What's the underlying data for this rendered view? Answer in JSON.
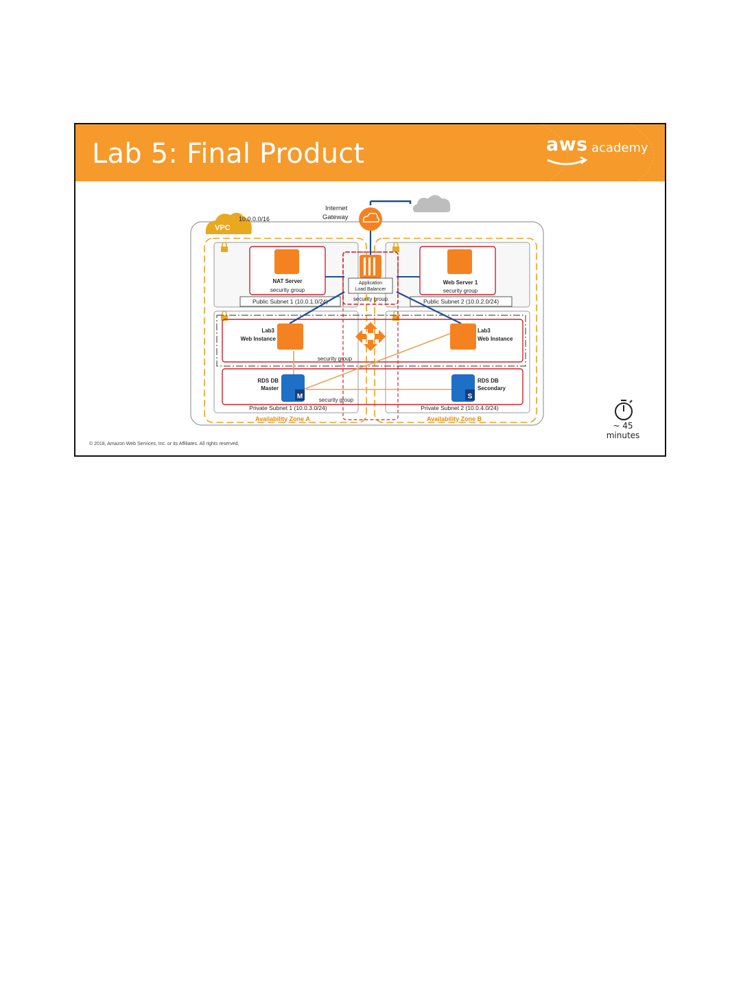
{
  "slide": {
    "title": "Lab 5: Final Product",
    "logo": {
      "brand": "aws",
      "sub": "academy"
    },
    "copyright": "© 2018, Amazon Web Services, Inc. or its Affiliates. All rights reserved.",
    "timer": {
      "line1": "~ 45",
      "line2": "minutes",
      "icon": "stopwatch-icon"
    }
  },
  "diagram": {
    "vpc_label": "VPC",
    "vpc_cidr": "10.0.0.0/16",
    "internet_gateway": {
      "line1": "Internet",
      "line2": "Gateway"
    },
    "nat_server": {
      "name": "NAT Server",
      "sg": "security group"
    },
    "web_server_1": {
      "name": "Web Server 1",
      "sg": "security group"
    },
    "alb": {
      "line1": "Application",
      "line2": "Load Balancer",
      "sg": "security group"
    },
    "public_subnet_1": "Public Subnet 1 (10.0.1.0/24)",
    "public_subnet_2": "Public Subnet 2 (10.0.2.0/24)",
    "web_instance_left": {
      "line1": "Lab3",
      "line2": "Web Instance"
    },
    "web_instance_right": {
      "line1": "Lab3",
      "line2": "Web Instance"
    },
    "web_sg": "security group",
    "rds_master": {
      "line1": "RDS DB",
      "line2": "Master",
      "badge": "M"
    },
    "rds_secondary": {
      "line1": "RDS DB",
      "line2": "Secondary",
      "badge": "S"
    },
    "db_sg": "security group",
    "private_subnet_1": "Private Subnet 1 (10.0.3.0/24)",
    "private_subnet_2": "Private Subnet 2 (10.0.4.0/24)",
    "az_a": "Availability Zone A",
    "az_b": "Availability Zone B",
    "colors": {
      "aws_orange": "#f59a2b",
      "instance_orange": "#f58220",
      "sg_red": "#d0202a",
      "link_blue": "#1f4e8c",
      "db_blue": "#1e6fc6",
      "az_gold": "#f0a020"
    }
  }
}
